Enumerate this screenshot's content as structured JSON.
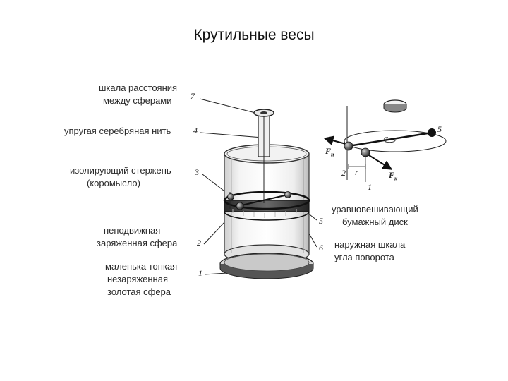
{
  "title": "Крутильные весы",
  "labels": {
    "scale_distance_1": "шкала расстояния",
    "scale_distance_2": "между сферами",
    "silver_thread": "упругая серебряная нить",
    "rod_1": "изолирующий стержень",
    "rod_2": "(коромысло)",
    "fixed_sphere_1": "неподвижная",
    "fixed_sphere_2": "заряженная сфера",
    "gold_sphere_1": "маленька тонкая",
    "gold_sphere_2": "незаряженная",
    "gold_sphere_3": "золотая сфера",
    "disk_1": "уравновешивающий",
    "disk_2": "бумажный диск",
    "outer_scale_1": "наружная шкала",
    "outer_scale_2": "угла поворота"
  },
  "numbers": {
    "n1": "1",
    "n2": "2",
    "n3": "3",
    "n4": "4",
    "n5": "5",
    "n6": "6",
    "n7": "7"
  },
  "vector_diagram": {
    "alpha": "α",
    "force_left": "F",
    "force_left_sub": "п",
    "force_right": "F",
    "force_right_sub": "к",
    "r": "r",
    "n1": "1",
    "n2": "2",
    "n5": "5"
  }
}
